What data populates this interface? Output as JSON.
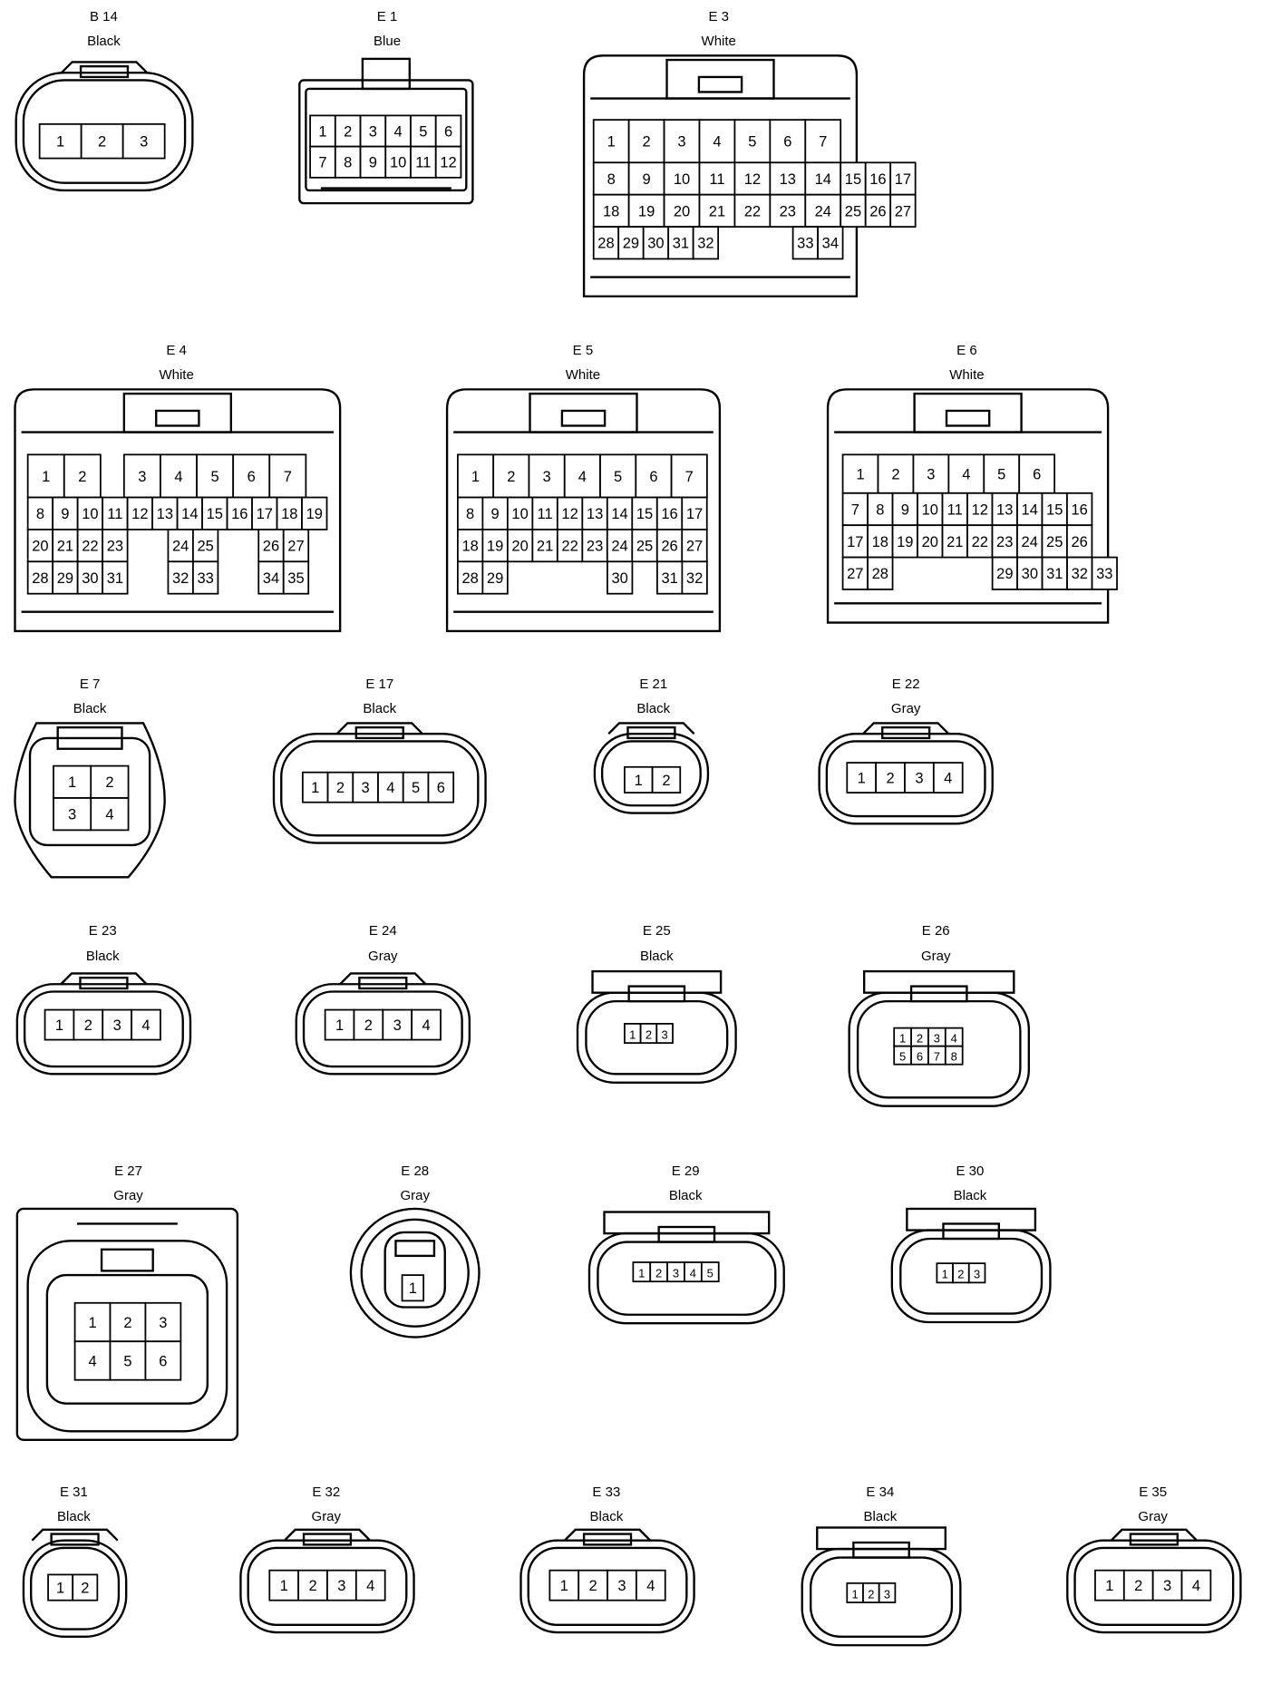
{
  "connectors": [
    {
      "id": "B 14",
      "color": "Black",
      "rows": [
        [
          "1",
          "2",
          "3"
        ]
      ]
    },
    {
      "id": "E 1",
      "color": "Blue",
      "rows": [
        [
          "1",
          "2",
          "3",
          "4",
          "5",
          "6"
        ],
        [
          "7",
          "8",
          "9",
          "10",
          "11",
          "12"
        ]
      ]
    },
    {
      "id": "E 3",
      "color": "White",
      "rows": [
        [
          "1",
          "2",
          "3",
          "4",
          "5",
          "6",
          "7"
        ],
        [
          "8",
          "9",
          "10",
          "11",
          "12",
          "13",
          "14",
          "15",
          "16",
          "17"
        ],
        [
          "18",
          "19",
          "20",
          "21",
          "22",
          "23",
          "24",
          "25",
          "26",
          "27"
        ],
        [
          "28",
          "29",
          "30",
          "31",
          "32",
          "",
          "",
          "",
          "33",
          "34"
        ]
      ]
    },
    {
      "id": "E 4",
      "color": "White",
      "rows": [
        [
          "1",
          "2",
          "",
          "3",
          "4",
          "5",
          "6",
          "7"
        ],
        [
          "8",
          "9",
          "10",
          "11",
          "12",
          "13",
          "14",
          "15",
          "16",
          "17",
          "18",
          "19"
        ],
        [
          "20",
          "21",
          "22",
          "23",
          "",
          "24",
          "25",
          "",
          "26",
          "27"
        ],
        [
          "28",
          "29",
          "30",
          "31",
          "",
          "32",
          "33",
          "",
          "34",
          "35"
        ]
      ]
    },
    {
      "id": "E 5",
      "color": "White",
      "rows": [
        [
          "1",
          "2",
          "3",
          "4",
          "5",
          "6",
          "7"
        ],
        [
          "8",
          "9",
          "10",
          "11",
          "12",
          "13",
          "14",
          "15",
          "16",
          "17"
        ],
        [
          "18",
          "19",
          "20",
          "21",
          "22",
          "23",
          "24",
          "25",
          "26",
          "27"
        ],
        [
          "28",
          "29",
          "",
          "",
          "30",
          "",
          "31",
          "32"
        ]
      ]
    },
    {
      "id": "E 6",
      "color": "White",
      "rows": [
        [
          "1",
          "2",
          "3",
          "4",
          "5",
          "6"
        ],
        [
          "7",
          "8",
          "9",
          "10",
          "11",
          "12",
          "13",
          "14",
          "15",
          "16"
        ],
        [
          "17",
          "18",
          "19",
          "20",
          "21",
          "22",
          "23",
          "24",
          "25",
          "26"
        ],
        [
          "27",
          "28",
          "",
          "",
          "29",
          "30",
          "31",
          "32",
          "33"
        ]
      ]
    },
    {
      "id": "E 7",
      "color": "Black",
      "rows": [
        [
          "1",
          "2"
        ],
        [
          "3",
          "4"
        ]
      ]
    },
    {
      "id": "E 17",
      "color": "Black",
      "rows": [
        [
          "1",
          "2",
          "3",
          "4",
          "5",
          "6"
        ]
      ]
    },
    {
      "id": "E 21",
      "color": "Black",
      "rows": [
        [
          "1",
          "2"
        ]
      ]
    },
    {
      "id": "E 22",
      "color": "Gray",
      "rows": [
        [
          "1",
          "2",
          "3",
          "4"
        ]
      ]
    },
    {
      "id": "E 23",
      "color": "Black",
      "rows": [
        [
          "1",
          "2",
          "3",
          "4"
        ]
      ]
    },
    {
      "id": "E 24",
      "color": "Gray",
      "rows": [
        [
          "1",
          "2",
          "3",
          "4"
        ]
      ]
    },
    {
      "id": "E 25",
      "color": "Black",
      "rows": [
        [
          "1",
          "2",
          "3"
        ]
      ]
    },
    {
      "id": "E 26",
      "color": "Gray",
      "rows": [
        [
          "1",
          "2",
          "3",
          "4"
        ],
        [
          "5",
          "6",
          "7",
          "8"
        ]
      ]
    },
    {
      "id": "E 27",
      "color": "Gray",
      "rows": [
        [
          "1",
          "2",
          "3"
        ],
        [
          "4",
          "5",
          "6"
        ]
      ]
    },
    {
      "id": "E 28",
      "color": "Gray",
      "rows": [
        [
          "1"
        ]
      ]
    },
    {
      "id": "E 29",
      "color": "Black",
      "rows": [
        [
          "1",
          "2",
          "3",
          "4",
          "5"
        ]
      ]
    },
    {
      "id": "E 30",
      "color": "Black",
      "rows": [
        [
          "1",
          "2",
          "3"
        ]
      ]
    },
    {
      "id": "E 31",
      "color": "Black",
      "rows": [
        [
          "1",
          "2"
        ]
      ]
    },
    {
      "id": "E 32",
      "color": "Gray",
      "rows": [
        [
          "1",
          "2",
          "3",
          "4"
        ]
      ]
    },
    {
      "id": "E 33",
      "color": "Black",
      "rows": [
        [
          "1",
          "2",
          "3",
          "4"
        ]
      ]
    },
    {
      "id": "E 34",
      "color": "Black",
      "rows": [
        [
          "1",
          "2",
          "3"
        ]
      ]
    },
    {
      "id": "E 35",
      "color": "Gray",
      "rows": [
        [
          "1",
          "2",
          "3",
          "4"
        ]
      ]
    }
  ]
}
